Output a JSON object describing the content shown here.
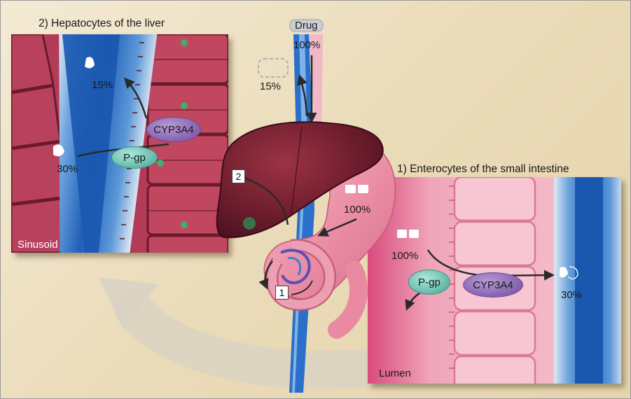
{
  "labels": {
    "hepatocytes_title": "2) Hepatocytes of the liver",
    "enterocytes_title": "1) Enterocytes of the small intestine",
    "drug": "Drug",
    "drug_pct": "100%",
    "pct_15_top": "15%",
    "pct_15_liver": "15%",
    "pct_30_liver": "30%",
    "pct_100_gut": "100%",
    "pct_100_entero": "100%",
    "pct_30_entero": "30%",
    "cyp_liver": "CYP3A4",
    "pgp_liver": "P-gp",
    "cyp_entero": "CYP3A4",
    "pgp_entero": "P-gp",
    "sinusoid": "Sinusoid",
    "lumen": "Lumen",
    "num_1": "1",
    "num_2": "2"
  },
  "colors": {
    "background": "#eadbb8",
    "blood_vessel": "#1f5fb8",
    "hepatocyte": "#b03a58",
    "enterocyte": "#f3a9bd",
    "liver_organ": "#7a2233",
    "cyp3a4": "#8561b0",
    "pgp": "#5cb5a5"
  }
}
